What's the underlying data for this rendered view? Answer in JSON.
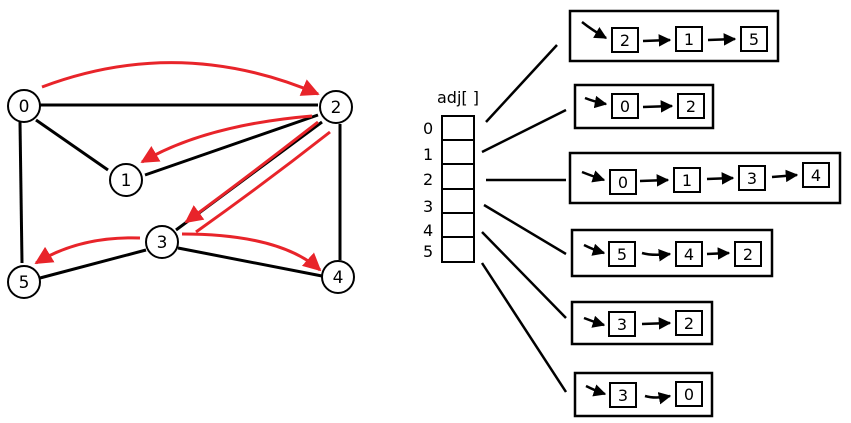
{
  "graph": {
    "nodes": [
      {
        "id": "n0",
        "label": "0"
      },
      {
        "id": "n1",
        "label": "1"
      },
      {
        "id": "n2",
        "label": "2"
      },
      {
        "id": "n3",
        "label": "3"
      },
      {
        "id": "n4",
        "label": "4"
      },
      {
        "id": "n5",
        "label": "5"
      }
    ],
    "edges": [
      [
        "0",
        "2"
      ],
      [
        "0",
        "1"
      ],
      [
        "0",
        "5"
      ],
      [
        "2",
        "1"
      ],
      [
        "2",
        "3"
      ],
      [
        "2",
        "4"
      ],
      [
        "3",
        "5"
      ],
      [
        "3",
        "4"
      ]
    ],
    "traversal_arrows": [
      [
        "0",
        "2"
      ],
      [
        "2",
        "1"
      ],
      [
        "2",
        "3"
      ],
      [
        "3",
        "5"
      ],
      [
        "3",
        "4"
      ]
    ],
    "arrow_color": "#e8242a"
  },
  "adj": {
    "title": "adj[ ]",
    "indices": [
      "0",
      "1",
      "2",
      "3",
      "4",
      "5"
    ],
    "lists": [
      [
        "2",
        "1",
        "5"
      ],
      [
        "0",
        "2"
      ],
      [
        "0",
        "1",
        "3",
        "4"
      ],
      [
        "5",
        "4",
        "2"
      ],
      [
        "3",
        "2"
      ],
      [
        "3",
        "0"
      ]
    ]
  }
}
